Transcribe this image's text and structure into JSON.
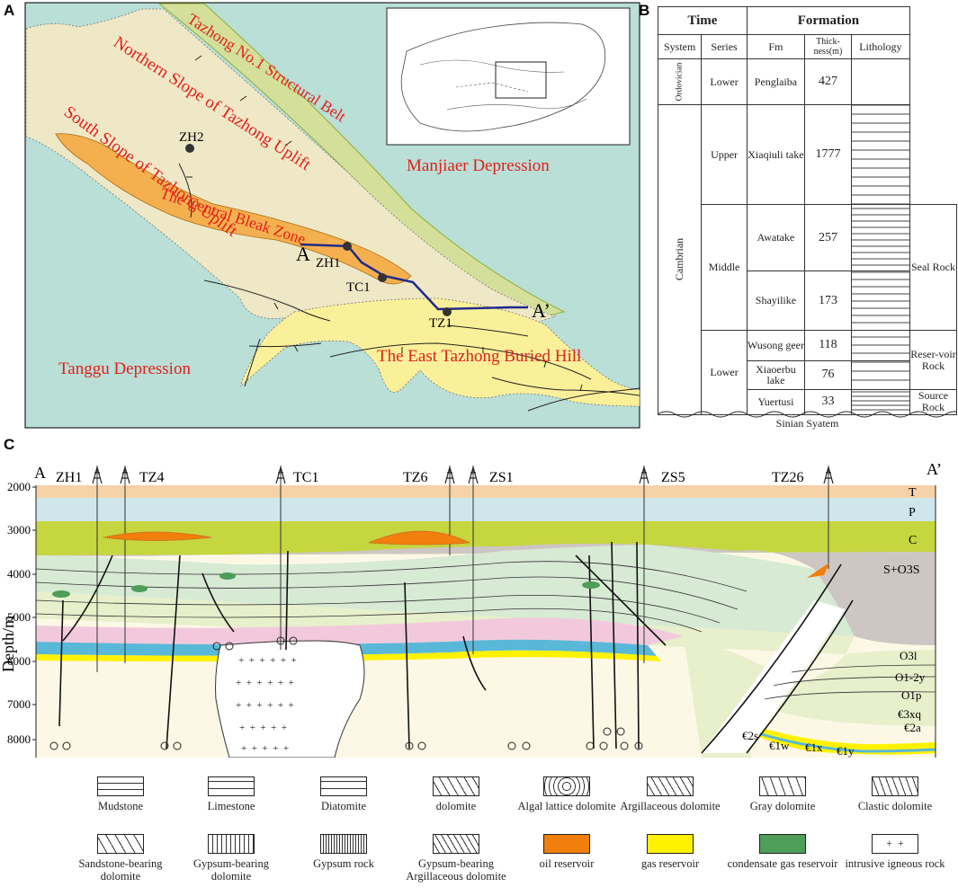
{
  "panels": {
    "a": "A",
    "b": "B",
    "c": "C"
  },
  "map": {
    "regions": [
      "Tazhong No.1 Structural Belt",
      "Northern Slope of Tazhong Uplift",
      "Manjiaer Depression",
      "The Central Bleak  Zone",
      "South Slope of Tazhong Uplift",
      "Tanggu Depression",
      "The East Tazhong Buried Hill"
    ],
    "wells": [
      "ZH2",
      "ZH1",
      "TC1",
      "TZ1"
    ],
    "section_start": "A",
    "section_end": "A’"
  },
  "column": {
    "headers": {
      "time": "Time",
      "formation": "Formation",
      "system": "System",
      "series": "Series",
      "fm": "Fm",
      "thickness": "Thick-ness(m)",
      "lithology": "Lithology"
    },
    "systems": {
      "ordovician": "Ordovician",
      "cambrian": "Cambrian"
    },
    "rows": [
      {
        "series": "Lower",
        "fm": "Penglaiba",
        "thickness": "427"
      },
      {
        "series": "Upper",
        "fm": "Xiaqiuli take",
        "thickness": "1777"
      },
      {
        "series": "Middle",
        "fm": "Awatake",
        "thickness": "257"
      },
      {
        "fm": "Shayilike",
        "thickness": "173"
      },
      {
        "series": "Lower",
        "fm": "Wusong geer",
        "thickness": "118"
      },
      {
        "fm": "Xiaoerbu lake",
        "thickness": "76"
      },
      {
        "fm": "Yuertusi",
        "thickness": "33"
      }
    ],
    "roles": {
      "seal": "Seal Rock",
      "reservoir": "Reser-voir Rock",
      "source": "Source Rock"
    },
    "base": "Sinian Syatem"
  },
  "section": {
    "start": "A",
    "end": "A’",
    "wells": [
      "ZH1",
      "TZ4",
      "TC1",
      "TZ6",
      "ZS1",
      "ZS5",
      "TZ26"
    ],
    "y_label": "Depth/m",
    "depth_ticks": [
      "2000",
      "3000",
      "4000",
      "5000",
      "6000",
      "7000",
      "8000"
    ],
    "layers_top": [
      "T",
      "P",
      "C",
      "S+O3S"
    ],
    "layers_bottom": [
      "O3l",
      "O1-2y",
      "O1p",
      "€3xq",
      "€2a",
      "€2s",
      "€1w",
      "€1x",
      "€1y"
    ]
  },
  "legend": {
    "mudstone": "Mudstone",
    "limestone": "Limestone",
    "diatomite": "Diatomite",
    "dolomite": "dolomite",
    "algal": "Algal lattice dolomite",
    "argillaceous": "Argillaceous dolomite",
    "gray": "Gray dolomite",
    "clastic": "Clastic dolomite",
    "sandstone": "Sandstone-bearing dolomite",
    "gypsum_dol": "Gypsum-bearing dolomite",
    "gypsum_rock": "Gypsum rock",
    "gypsum_arg": "Gypsum-bearing Argillaceous dolomite",
    "oil": "oil reservoir",
    "gas": "gas reservoir",
    "condensate": "condensate gas reservoir",
    "igneous": "intrusive igneous rock"
  },
  "colors": {
    "oil": "#f07f0b",
    "gas": "#fff200",
    "condensate": "#4e9e5a",
    "sea": "#b9dfd7"
  }
}
